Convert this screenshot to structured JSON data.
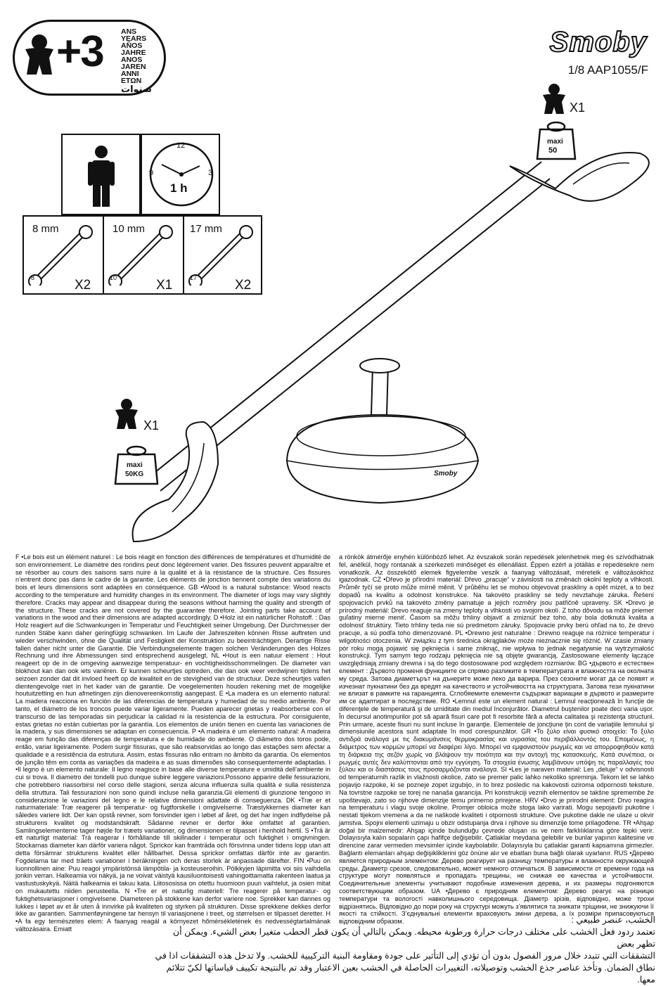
{
  "header": {
    "age": "+3",
    "age_words": [
      "ANS",
      "YEARS",
      "AÑOS",
      "JAHRE",
      "ANOS",
      "JAREN",
      "ANNI",
      "ΕΤΩΝ",
      "سنوات"
    ],
    "brand": "Smoby",
    "reference": "1/8   AAP1055/F"
  },
  "info_boxes": {
    "assembly_time": "1 h",
    "clock_numbers": [
      "12",
      "3",
      "9"
    ],
    "icons": [
      "adult-person-icon",
      "clock-icon"
    ]
  },
  "tools": [
    {
      "size": "8 mm",
      "badge": "8",
      "qty": "X2"
    },
    {
      "size": "10 mm",
      "badge": "10",
      "qty": "X1"
    },
    {
      "size": "17 mm",
      "badge": "17",
      "qty": "X2"
    }
  ],
  "seats": {
    "top": {
      "qty": "X1",
      "weight_line1": "maxi",
      "weight_line2": "50"
    },
    "bottom": {
      "qty": "X1",
      "weight_line1": "maxi",
      "weight_line2": "50KG"
    }
  },
  "base_logo": "Smoby",
  "text_left": "F •Le bois est un élément naturel : Le bois réagit en fonction des différences de températures et d’humidité de son environnement. Le diamètre des rondins peut donc légèrement varier. Des fissures peuvent apparaître et se résorber au cours des saisons sans nuire à la qualité et à la résistance de la structure. Ces fissures n’entrent donc pas dans le cadre de la garantie. Les éléments de jonction tiennent compte des variations du bois et leurs dimensions sont adaptées en conséquence. GB •Wood is a natural substance: Wood reacts according to the temperature and humidity changes in its environment. The diameter of logs may vary slightly therefore. Cracks may appear and disappear during the seasons without harming the quality and strength of the structure. These cracks are not covered by the guarantee therefore. Jointing parts take account of variations in the wood and their dimensions are adapted accordingly. D •Holz ist ein natürlicher Rohstoff. : Das Holz reagiert auf die Schwankungen in Temperatur und Feuchtigkeit seiner Umgebung. Der Durchmesser der runden Stäbe kann daher geringfügig schwanken. Im Laufe der Jahreszeiten können Risse auftreten und wieder verschwinden, ohne die Qualität und Festigkeit der Konstruktion zu beeinträchtigen. Derartige Risse fallen daher nicht unter die Garantie. Die Verbindungselemente tragen solchen Veränderungen des Holzes Rechnung und ihre Abmessungen sind entsprechend ausgelegt. NL •Hout is een natuur element : Hout reageert op de in de omgeving aanwezige temperatuur- en vochtigheidsschommelingen. De diameter van blokhout kan dan ook iets variëren. Er kunnen scheurtjes optreden, die dan ook weer verdwijnen tijdens het seizoen zonder dat dit invloed heeft op de kwaliteit en de stevigheid van de structuur. Deze scheurtjes vallen dientengevolge niet in het kader van de garantie. De voegelementen houden rekening met de mogelijke houtuitzetting en hun afmetingen zijn dienovereenkomstig aangepast. E •La madera es un elemento natural: La madera reacciona en función de las diferencias de temperatura y humedad de su medio ambiente. Por tanto, el diámetro de los troncos puede variar ligeramente. Pueden aparecer grietas y reabsorberse con el transcurso de las temporadas sin perjudicar la calidad ni la resistencia de la estructura. Por consiguiente, estas grietas no están cubiertas por la garantía. Los elementos de unión tienen en cuenta las variaciones de la madera, y sus dimensiones se adaptan en consecuencia. P •A madeira é um elemento natural: A madeira reage em função das diferenças de temperatura e de humidade do ambiente. O diâmetro dos toros pode, então, variar ligeiramente. Podem surgir fissuras, que são reabsorvidas ao longo das estações sem afectar a qualidade e a resistência da estrutura. Assim, estas fissuras não entram no âmbito da garantia. Os elementos de junção têm em conta as variações da madeira e as suas dimensões são consequentemente adaptadas. I •Il legno è un elemento naturale: Il legno reagisce in base alle diverse temperature e umidità dell’ambiente in cui si trova. Il diametro dei tondelli può dunque subire leggere variazioni.Possono apparire delle fessurazioni, che potrebbero riassorbirsi nel corso delle stagioni, senza alcuna influenza sulla qualità e sulla resistenza della struttura. Tali fessurazioni non sono quindi incluse nella garanzia.Gli elementi di giunzione tengono in considerazione le variazioni del legno e le relative dimensioni adattate di conseguenza. DK •Træ er et naturmateriale: Træ reagerer på temperatur- og fugtforskelle i omgivelserne. Træstykkernes diameter kan således variere lidt. Der kan opstå revner, som forsvinder igen i løbet af året, og det har ingen indflydelse på strukturens kvalitet og modstandskraft. Sådanne revner er derfor ikke omfattet af garantien. Samlingselementerne tager højde for træets variationer, og dimensionen er tilpasset i henhold hertil. S •Trä är ett naturligt material: Trä reagerar i förhållande till skillnader i temperatur och fuktighet i omgivningen. Stockarnas diameter kan därför variera något. Sprickor kan framträda och försvinna under tidens lopp utan att detta försämrar strukturens kvalitet eller hållbarhet. Dessa sprickor omfattas därför inte av garantin. Fogdelarna tar med träets variationer i beräkningen och deras storlek är anpassade därefter. FIN •Puu on luonnollinen aine: Puu reagoi ympäristönsä lämpötila- ja kosteuseroihin. Pölkkyjen läpimitta voi siis vaihdella jonkin verran. Halkeamia voi näkyä, ja ne voivat väistyä kausiluontoisesti vahingoittamatta rakenteen laatua ja vastustuskykyä. Näitä halkeamia ei takuu kata. Liitososissa on otettu huomioon puun vaihtelut, ja osien mitat on mukautettu niiden perusteella. N •Tre er et naturlig materiell: Tre reagerer på temperatur- og fuktighetsvariasjoner i omgivelsene. Diameteren på stokkene kan derfor variere noe. Sprekker kan dannes og lukkes i løpet av et år uten å innvirke på kvaliteten og styrken på strukturen. Disse sprekkene dekkes derfor ikke av garantien. Sammenføyningene tar hensyn til variasjonene i treet, og størrelsen er tilpasset deretter. H •A fa egy természetes elem: A faanyag reagál a környezet hőmérsékletének és nedvességtartalmának változásaira. Emiatt",
  "text_right": "a rönkök átmérője enyhén különböző lehet. Az évszakok során repedések jelenhetnek meg és szívódhatnak fel, anélkül, hogy rontanák a szerkezeti minőséget és ellenállást. Éppen ezért a jótállás e repedésekre nem vonatkozik. Az összekötő elemek figyelembe veszik a faanyag változásait, méreteik e változásokhoz igazodnak. CZ •Dřevo je přírodní materiál: Dřevo „pracuje“ v závislosti na změnách okolní teploty a vlhkosti. Průměr tyčí se proto může mírně měnit. V průběhu let se mohou objevovat praskliny a opět mizet, a to bez dopadů na kvalitu a odolnost konstrukce. Na takovéto praskliny se tedy nevztahuje záruka. Řešení spojovacích prvků na takovéto změny pamatuje a jejich rozměry jsou patřičně upraveny. SK •Drevo je prírodný materiál: Drevo reaguje na zmeny teploty a vlhkosti vo svojom okolí. Z toho dôvodu sa môže priemer guľatiny mierne meniť. Časom sa môžu trhliny objaviť a zmiznúť bez toho, aby bola dotknutá kvalita a odolnosť štruktúry. Tieto trhliny teda nie sú predmetom záruky. Spojovacie prvky berú ohľad na to, že drevo pracuje, a sú podľa toho dimenzované. PL •Drewno jest naturalne : Drewno reaguje na różnice temperatur i wilgotności otoczenia. W związku z tym średnica okrąglaków może nieznacznie się różnić. W czasie zmiany pór roku mogą pojawić się pęknięcia i same zniknąć, nie wpływa to jednak negatywnie na wytrzymałość konstrukcji. Tym samym tego rodzaju pęknięcia nie są objęte gwarancją. Zastosowane elementy łączące uwzględniają zmiany drewna i są do tego dostosowane pod względem rozmiarów. BG •дървото е естествен елемент : Дървото променя функциите си спрямо разликите в температурата и влажността на околната му среда. Затова диаметърът на дънерите може леко да варира. През сезоните могат да се появят и изчезнат пукнатини без да вредят на качеството и устойчивостта на структурата. Затова тези пукнатини не влизат в рамките на гаранцията. Сглобяемите елементи съдържат вариации в дървото и размерите им се адаптират в последствие. RO •Lemnul este un element natural : Lemnul reacţionează în funcţie de diferenţele de temperatură şi de umiditate din mediul înconjurător. Diametrul buştenilor poate deci varia uşor. În decursul anotimpurilor pot să apară fisuri care pot fi resorbite fără a afecta calitatea şi rezistenţa structurii. Prin urmare, aceste fisuri nu sunt incluse în garanţie. Elementele de joncţiune ţin cont de variaţiile lemnului şi dimensiunile acestora sunt adaptate în mod corespunzător. GR •Το ξύλο είναι φυσικό στοιχείο: Το ξύλο αντιδρά ανάλογα με τις διακυμάνσεις θερμοκρασίας και υγρασίας του περιβάλλοντός του. Επομένως, η διάμετρος των κορμών μπορεί να διαφέρει λίγο. Μπορεί να εμφανιστούν ρωγμές και να απορροφηθούν κατά τη διάρκεια της σεζόν χωρίς να βλάψουν την ποιότητα και την αντοχή της κατασκευής. Κατά συνέπεια, οι ρωγμές αυτές δεν καλύπτονται από την εγγύηση. Τα στοιχεία ένωσης λαμβάνουν υπόψη τις παραλλαγές του ξύλου και οι διαστάσεις τους προσαρμόζονται ανάλογα. SI •Les je naraven material: Les „deluje“ v odvisnosti od temperaturnih razlik in vlažnosti okolice, zato se premer palic lahko nekoliko spreminja. Tekom let se lahko pojavijo razpoke, ki se pozneje zopet izgubijo, in to brez posledic na kakovosti oziroma odpornosti teksture. Na tovrstne razpoke se torej ne nanaša garancija. Pri konstrukciji veznih elementov se takšne spremembe že upoštevajo, zato so njihove dimenzije temu primerno prirejene. HRV •Drvo je prirodni element: Drvo reagira na temperaturu i vlagu svoje okoline. Promjer obloica može stoga lako varirati. Mogu sepojaviti pukotine i nestati tijekom vremena a da ne naškode kvaliteti i otpornosti strukture. Ove pukotine dakle ne ulaze u okvir jamstva. Spojni elementi uzimaju u obzir odstupanja drva i njihove su dimenzije tome prilagođene. TR •Ahşap doğal bir malzemedir: Ahşap içinde bulunduğu çevrede oluşan ısı ve nem farklılıklarına göre tepki verir. Dolayısıyla kalın sopaların çapı hafifçe değişebilir. Çatlaklar meydana gelebilir ve bunlar yapının kalitesine ve direncine zarar vermeden mevsimler içinde kaybolabilir. Dolayısıyla bu çatlaklar garanti kapsamına girmezler. Bağlantı elemanları ahşap değişikliklerini göz önüne alır ve ebatları buna bağlı olarak uyarlanır. RUS •Дерево является природным элементом: Дерево реагирует на разницу температуры и влажности окружающей среды. Диаметр срезов, следовательно, может немного отличаться. В зависимости от времени года на структуре могут появляться и пропадать трещины, не снижая ее качества и устойчивости. Соединительные элементы учитывают подобные изменения дерева, и их размеры подгоняются соответствующим образом. UA •Дерево є природним елементом: Дерево реагує на різницю температури та вологості навколишнього середовища. Діаметр зрізів, відповідно, може трохи відрізнятись. Відповідно до пори року на структурі можуть з’являтися та зникати тріщини, не знижуючи її якості та стійкості. З’єднувальні елементи враховують зміни дерева, а їх розміри припасовуються відповідним образом.",
  "arabic_lines": [
    "الخشب، عنصر طبيعي :",
    "تعتمد ردود فعل الخشب على مختلف درجات حرارة ورطوبة محيطه. ويمكن بالتالي أن يكون قطر الحطب متغيرا بعض الشيء. ويمكن أن تظهر بعض",
    "التشققات التي تتبدد خلال مرور الفصول بدون أن تؤدي إلى التأثير على جودة ومقاومة البنية التركيبية للخشب. ولا تدخل هذه التشققات اذا في",
    "نطاق الضمان. وتأخذ عناصر جذع الخشب وتوصيلاته، التغييرات الحاصلة في الخشب بعين الاعتبار وقد تم بالنتيجة تكييف قياساتها لكيّ تتلائم معها."
  ]
}
